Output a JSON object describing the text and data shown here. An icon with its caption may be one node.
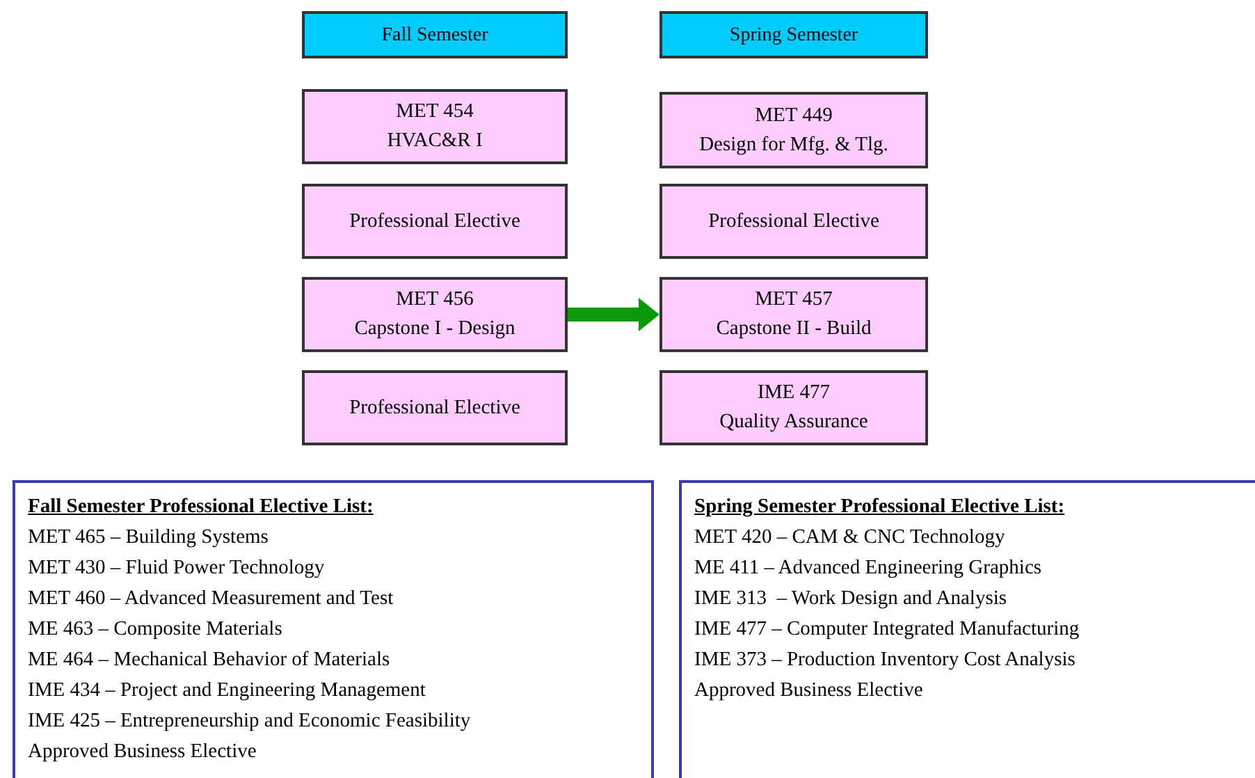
{
  "diagram": {
    "nodes": [
      {
        "text": [
          "Fall Semester"
        ]
      },
      {
        "text": [
          "Spring Semester"
        ]
      },
      {
        "text": [
          "MET 454",
          "HVAC&R I"
        ]
      },
      {
        "text": [
          "MET 449",
          "Design for Mfg. & Tlg."
        ]
      },
      {
        "text": [
          "Professional Elective"
        ]
      },
      {
        "text": [
          "Professional Elective"
        ]
      },
      {
        "text": [
          "MET 456",
          "Capstone I - Design"
        ]
      },
      {
        "text": [
          "MET 457",
          "Capstone II - Build"
        ]
      },
      {
        "text": [
          "Professional Elective"
        ]
      },
      {
        "text": [
          "IME 477",
          "Quality Assurance"
        ]
      },
      {
        "text": [
          "Fall Semester Professional Elective List:",
          "MET 465 – Building Systems",
          "MET 430 – Fluid Power Technology",
          "MET 460 – Advanced Measurement and Test",
          "ME 463 – Composite Materials",
          "ME 464 – Mechanical Behavior of Materials",
          "IME 434 – Project and Engineering Management",
          "IME 425 – Entrepreneurship and Economic Feasibility",
          "Approved Business Elective"
        ]
      },
      {
        "text": [
          "Spring Semester Professional Elective List:",
          "MET 420 – CAM & CNC Technology",
          "ME 411 – Advanced Engineering Graphics",
          "IME 313  – Work Design and Analysis",
          "IME 477 – Computer Integrated Manufacturing",
          "IME 373 – Production Inventory Cost Analysis",
          "Approved Business Elective"
        ]
      }
    ],
    "edges": [
      {
        "from": 6,
        "to": 7,
        "arrow": "to",
        "color": "#0a9a0a"
      }
    ]
  }
}
